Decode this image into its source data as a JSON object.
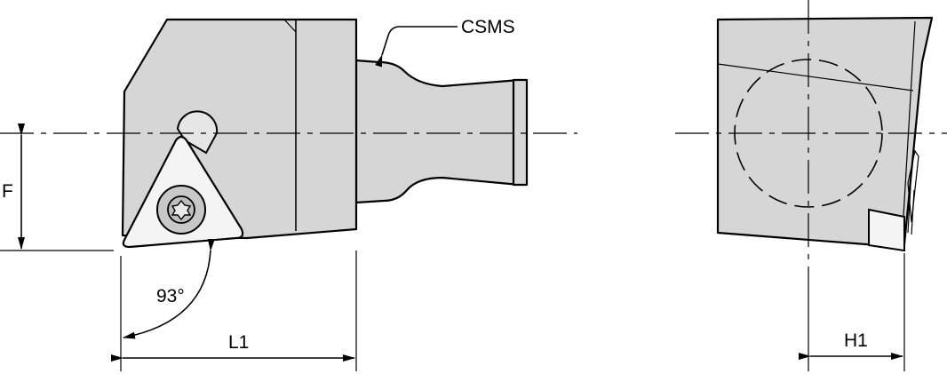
{
  "labels": {
    "csms": "CSMS",
    "f": "F",
    "angle": "93°",
    "l1": "L1",
    "h1": "H1"
  },
  "colors": {
    "body": "#d6d6d6",
    "insert": "#f4f4f4",
    "line": "#000000"
  }
}
